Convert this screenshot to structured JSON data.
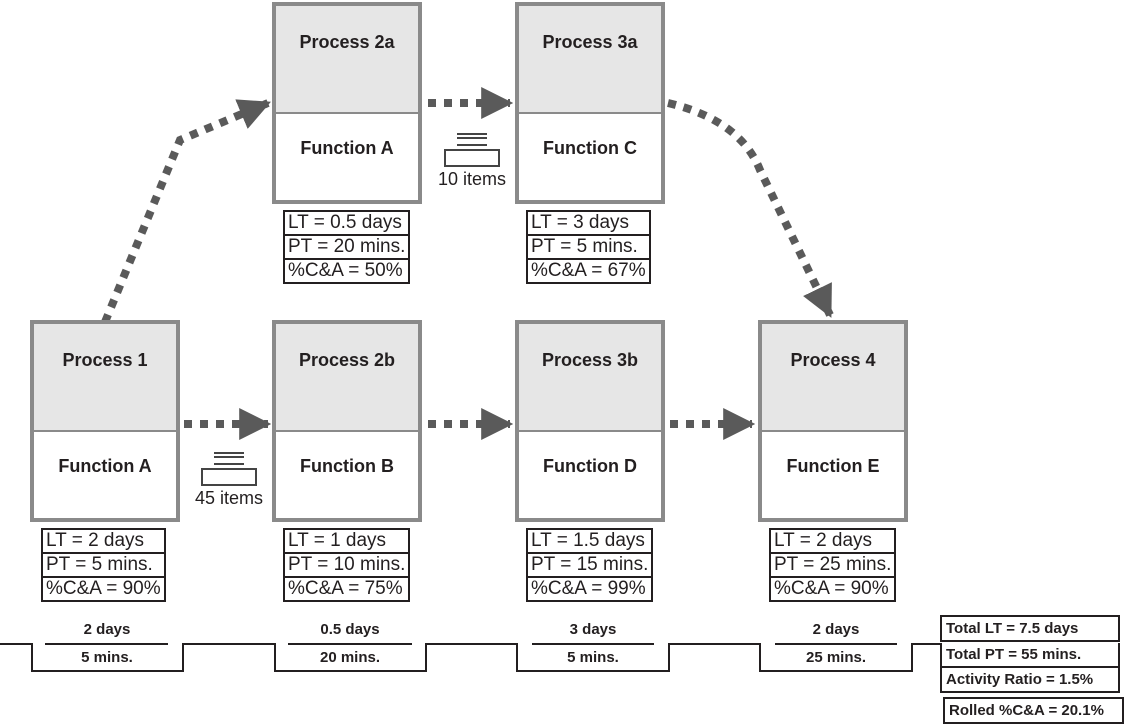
{
  "processes": [
    {
      "id": "p1",
      "name": "Process 1",
      "function": "Function A",
      "lt": "LT = 2 days",
      "pt": "PT = 5 mins.",
      "ca": "%C&A = 90%"
    },
    {
      "id": "p2a",
      "name": "Process 2a",
      "function": "Function A",
      "lt": "LT = 0.5 days",
      "pt": "PT = 20 mins.",
      "ca": "%C&A = 50%"
    },
    {
      "id": "p2b",
      "name": "Process 2b",
      "function": "Function B",
      "lt": "LT = 1 days",
      "pt": "PT = 10 mins.",
      "ca": "%C&A = 75%"
    },
    {
      "id": "p3a",
      "name": "Process 3a",
      "function": "Function C",
      "lt": "LT = 3 days",
      "pt": "PT = 5 mins.",
      "ca": "%C&A = 67%"
    },
    {
      "id": "p3b",
      "name": "Process 3b",
      "function": "Function D",
      "lt": "LT = 1.5 days",
      "pt": "PT = 15 mins.",
      "ca": "%C&A = 99%"
    },
    {
      "id": "p4",
      "name": "Process 4",
      "function": "Function E",
      "lt": "LT = 2 days",
      "pt": "PT = 25 mins.",
      "ca": "%C&A = 90%"
    }
  ],
  "inventory": [
    {
      "label": "45 items"
    },
    {
      "label": "10 items"
    }
  ],
  "timeline": [
    {
      "lead": "2 days",
      "process": "5 mins."
    },
    {
      "lead": "0.5 days",
      "process": "20 mins."
    },
    {
      "lead": "3 days",
      "process": "5 mins."
    },
    {
      "lead": "2 days",
      "process": "25 mins."
    }
  ],
  "totals": {
    "total_lt": "Total LT = 7.5 days",
    "total_pt": "Total PT = 55 mins.",
    "activity_ratio": "Activity Ratio = 1.5%",
    "rolled_ca": "Rolled %C&A = 20.1%"
  },
  "colors": {
    "box_border": "#8a8a8a",
    "header_fill": "#e6e6e6",
    "arrow": "#5a5a5a",
    "text": "#231f20"
  }
}
